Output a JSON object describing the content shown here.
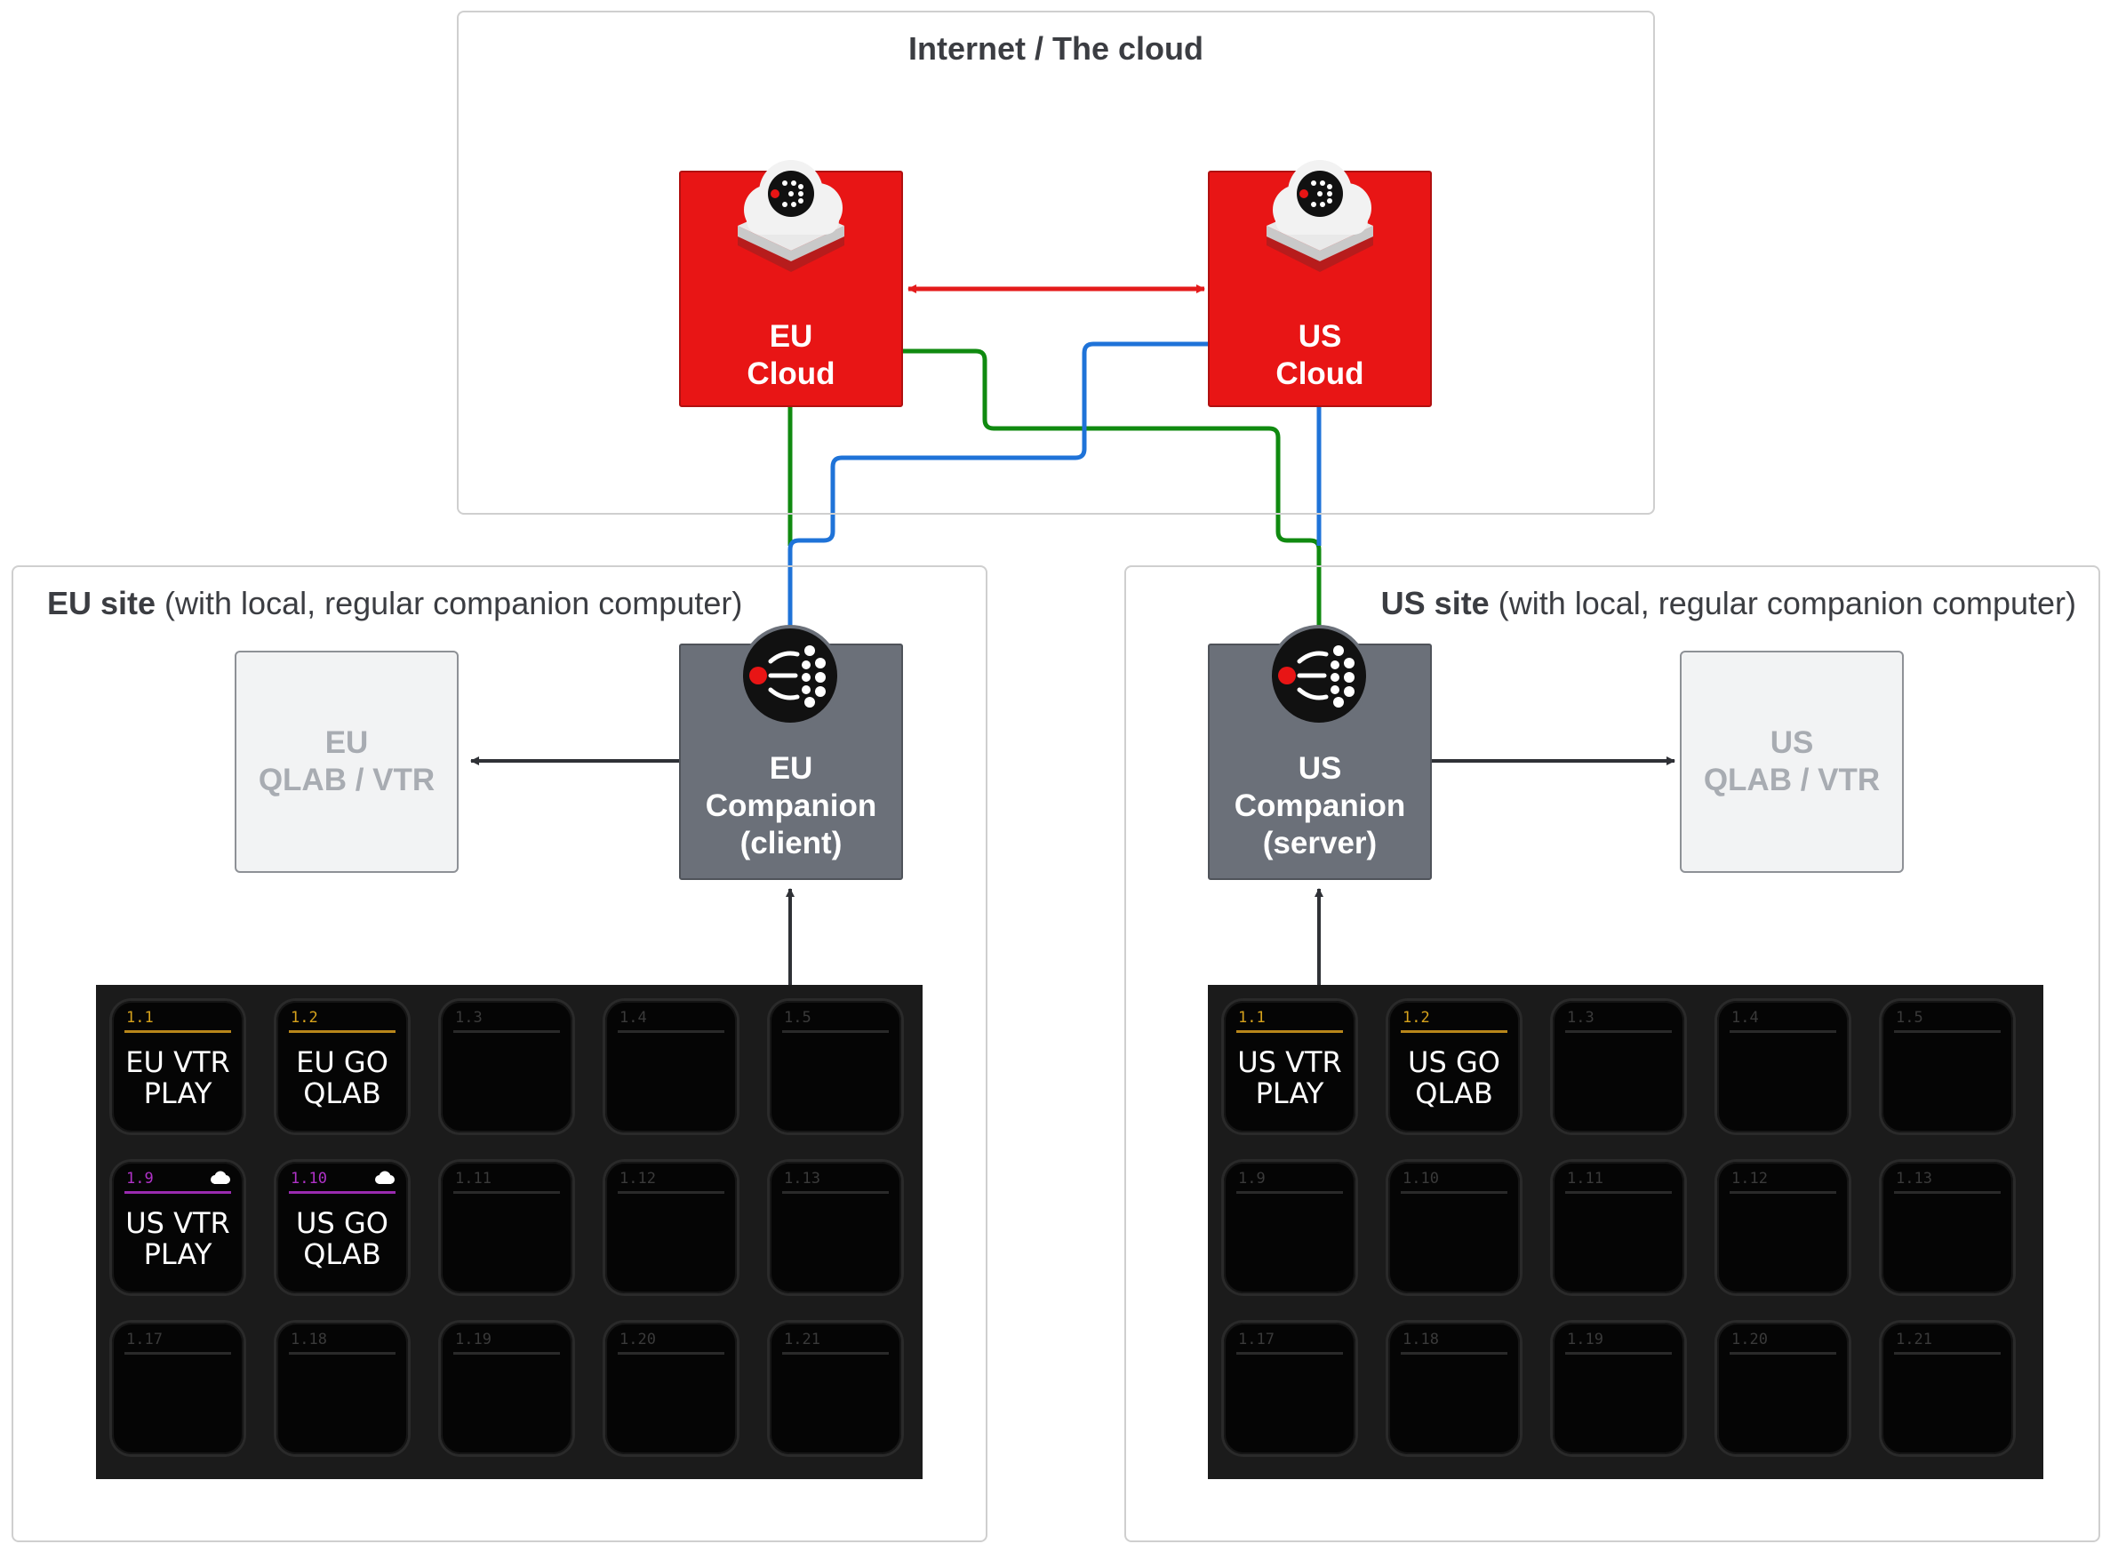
{
  "groups": {
    "cloud": {
      "title": "Internet / The cloud"
    },
    "eu_site": {
      "title_bold": "EU site",
      "title_rest": " (with local, regular companion computer)"
    },
    "us_site": {
      "title_bold": "US site",
      "title_rest": " (with local, regular companion computer)"
    }
  },
  "nodes": {
    "eu_cloud": {
      "line1": "EU",
      "line2": "Cloud"
    },
    "us_cloud": {
      "line1": "US",
      "line2": "Cloud"
    },
    "eu_companion": {
      "line1": "EU",
      "line2": "Companion",
      "line3": "(client)"
    },
    "us_companion": {
      "line1": "US",
      "line2": "Companion",
      "line3": "(server)"
    },
    "eu_device": {
      "line1": "EU",
      "line2": "QLAB / VTR"
    },
    "us_device": {
      "line1": "US",
      "line2": "QLAB / VTR"
    }
  },
  "colors": {
    "cloud_red": "#e81515",
    "companion_gray": "#6b7079",
    "link_red": "#e41b1b",
    "link_green": "#108a10",
    "link_blue": "#1f73d8",
    "arrow_dark": "#2f3136",
    "button_yellow": "#d6a21c",
    "button_purple": "#b032c8"
  },
  "icons": {
    "cloud_node": "companion-cloud-icon",
    "companion_node": "companion-logo-icon",
    "remote_button": "cloud-icon"
  },
  "decks": {
    "eu": {
      "buttons": [
        {
          "num": "1.1",
          "line1": "EU VTR",
          "line2": "PLAY",
          "style": "yellow"
        },
        {
          "num": "1.2",
          "line1": "EU GO",
          "line2": "QLAB",
          "style": "yellow"
        },
        {
          "num": "1.3"
        },
        {
          "num": "1.4"
        },
        {
          "num": "1.5"
        },
        {
          "num": "1.9",
          "line1": "US VTR",
          "line2": "PLAY",
          "style": "purple",
          "cloud": true
        },
        {
          "num": "1.10",
          "line1": "US GO",
          "line2": "QLAB",
          "style": "purple",
          "cloud": true
        },
        {
          "num": "1.11"
        },
        {
          "num": "1.12"
        },
        {
          "num": "1.13"
        },
        {
          "num": "1.17"
        },
        {
          "num": "1.18"
        },
        {
          "num": "1.19"
        },
        {
          "num": "1.20"
        },
        {
          "num": "1.21"
        }
      ]
    },
    "us": {
      "buttons": [
        {
          "num": "1.1",
          "line1": "US VTR",
          "line2": "PLAY",
          "style": "yellow"
        },
        {
          "num": "1.2",
          "line1": "US GO",
          "line2": "QLAB",
          "style": "yellow"
        },
        {
          "num": "1.3"
        },
        {
          "num": "1.4"
        },
        {
          "num": "1.5"
        },
        {
          "num": "1.9"
        },
        {
          "num": "1.10"
        },
        {
          "num": "1.11"
        },
        {
          "num": "1.12"
        },
        {
          "num": "1.13"
        },
        {
          "num": "1.17"
        },
        {
          "num": "1.18"
        },
        {
          "num": "1.19"
        },
        {
          "num": "1.20"
        },
        {
          "num": "1.21"
        }
      ]
    }
  }
}
